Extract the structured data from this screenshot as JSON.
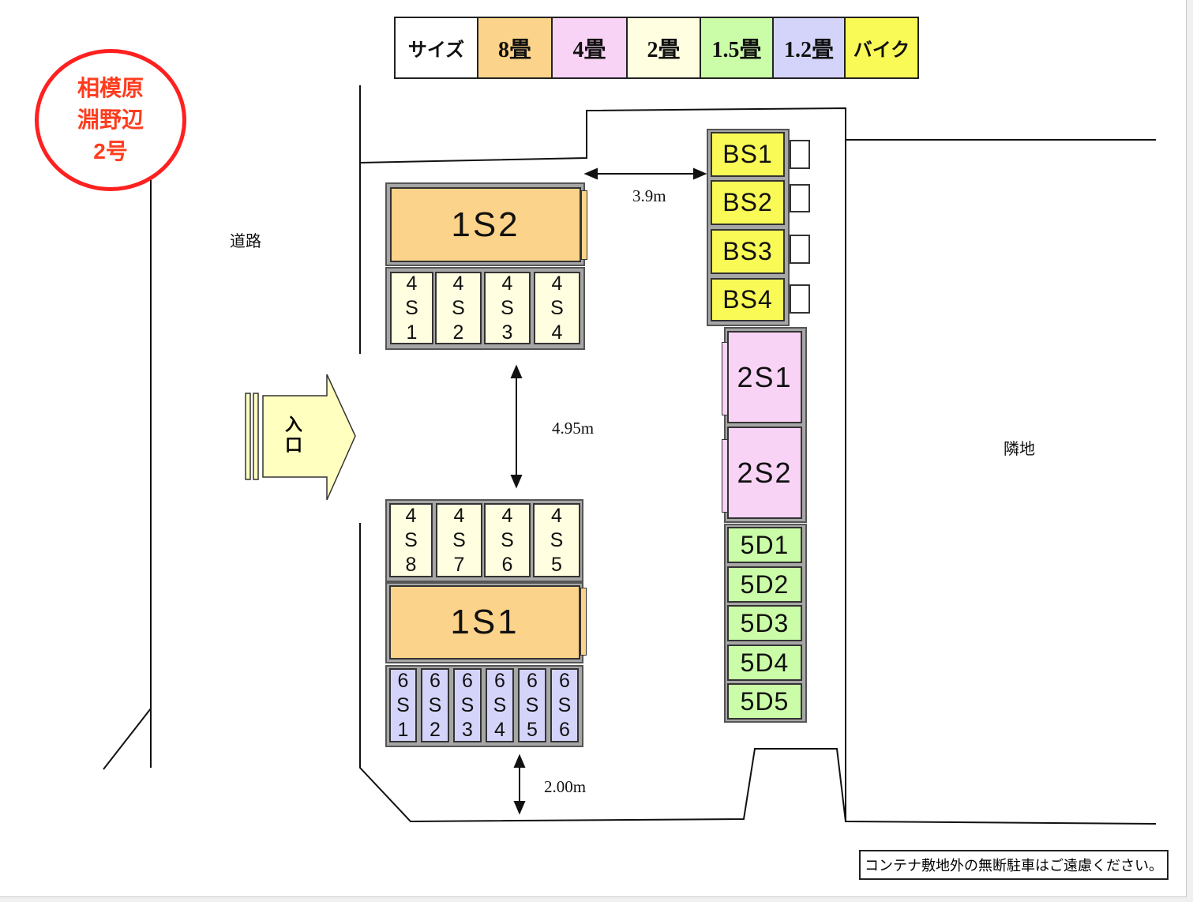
{
  "legend": {
    "header": "サイズ",
    "items": [
      {
        "label": "8畳",
        "color": "#fcd38a"
      },
      {
        "label": "4畳",
        "color": "#f9d3f5"
      },
      {
        "label": "2畳",
        "color": "#fffee0"
      },
      {
        "label": "1.5畳",
        "color": "#cbfca8"
      },
      {
        "label": "1.2畳",
        "color": "#d4d4fa"
      },
      {
        "label": "バイク",
        "color": "#fafa57"
      }
    ]
  },
  "site": {
    "line1": "相模原",
    "line2": "淵野辺",
    "line3": "2号",
    "color": "#ff2020"
  },
  "labels": {
    "road": "道路",
    "neighbor": "隣地",
    "entrance": "入口"
  },
  "measurements": {
    "m1": "3.9m",
    "m2": "4.95m",
    "m3": "2.00m"
  },
  "units": {
    "s1s2": "1S2",
    "s1s1": "1S1",
    "s4": [
      {
        "a": "4",
        "b": "S",
        "c": "1"
      },
      {
        "a": "4",
        "b": "S",
        "c": "2"
      },
      {
        "a": "4",
        "b": "S",
        "c": "3"
      },
      {
        "a": "4",
        "b": "S",
        "c": "4"
      },
      {
        "a": "4",
        "b": "S",
        "c": "8"
      },
      {
        "a": "4",
        "b": "S",
        "c": "7"
      },
      {
        "a": "4",
        "b": "S",
        "c": "6"
      },
      {
        "a": "4",
        "b": "S",
        "c": "5"
      }
    ],
    "s6": [
      {
        "a": "6",
        "b": "S",
        "c": "1"
      },
      {
        "a": "6",
        "b": "S",
        "c": "2"
      },
      {
        "a": "6",
        "b": "S",
        "c": "3"
      },
      {
        "a": "6",
        "b": "S",
        "c": "4"
      },
      {
        "a": "6",
        "b": "S",
        "c": "5"
      },
      {
        "a": "6",
        "b": "S",
        "c": "6"
      }
    ],
    "bs": [
      "BS1",
      "BS2",
      "BS3",
      "BS4"
    ],
    "s2": [
      "2S1",
      "2S2"
    ],
    "d5": [
      "5D1",
      "5D2",
      "5D3",
      "5D4",
      "5D5"
    ]
  },
  "notice": "コンテナ敷地外の無断駐車はご遠慮ください。"
}
